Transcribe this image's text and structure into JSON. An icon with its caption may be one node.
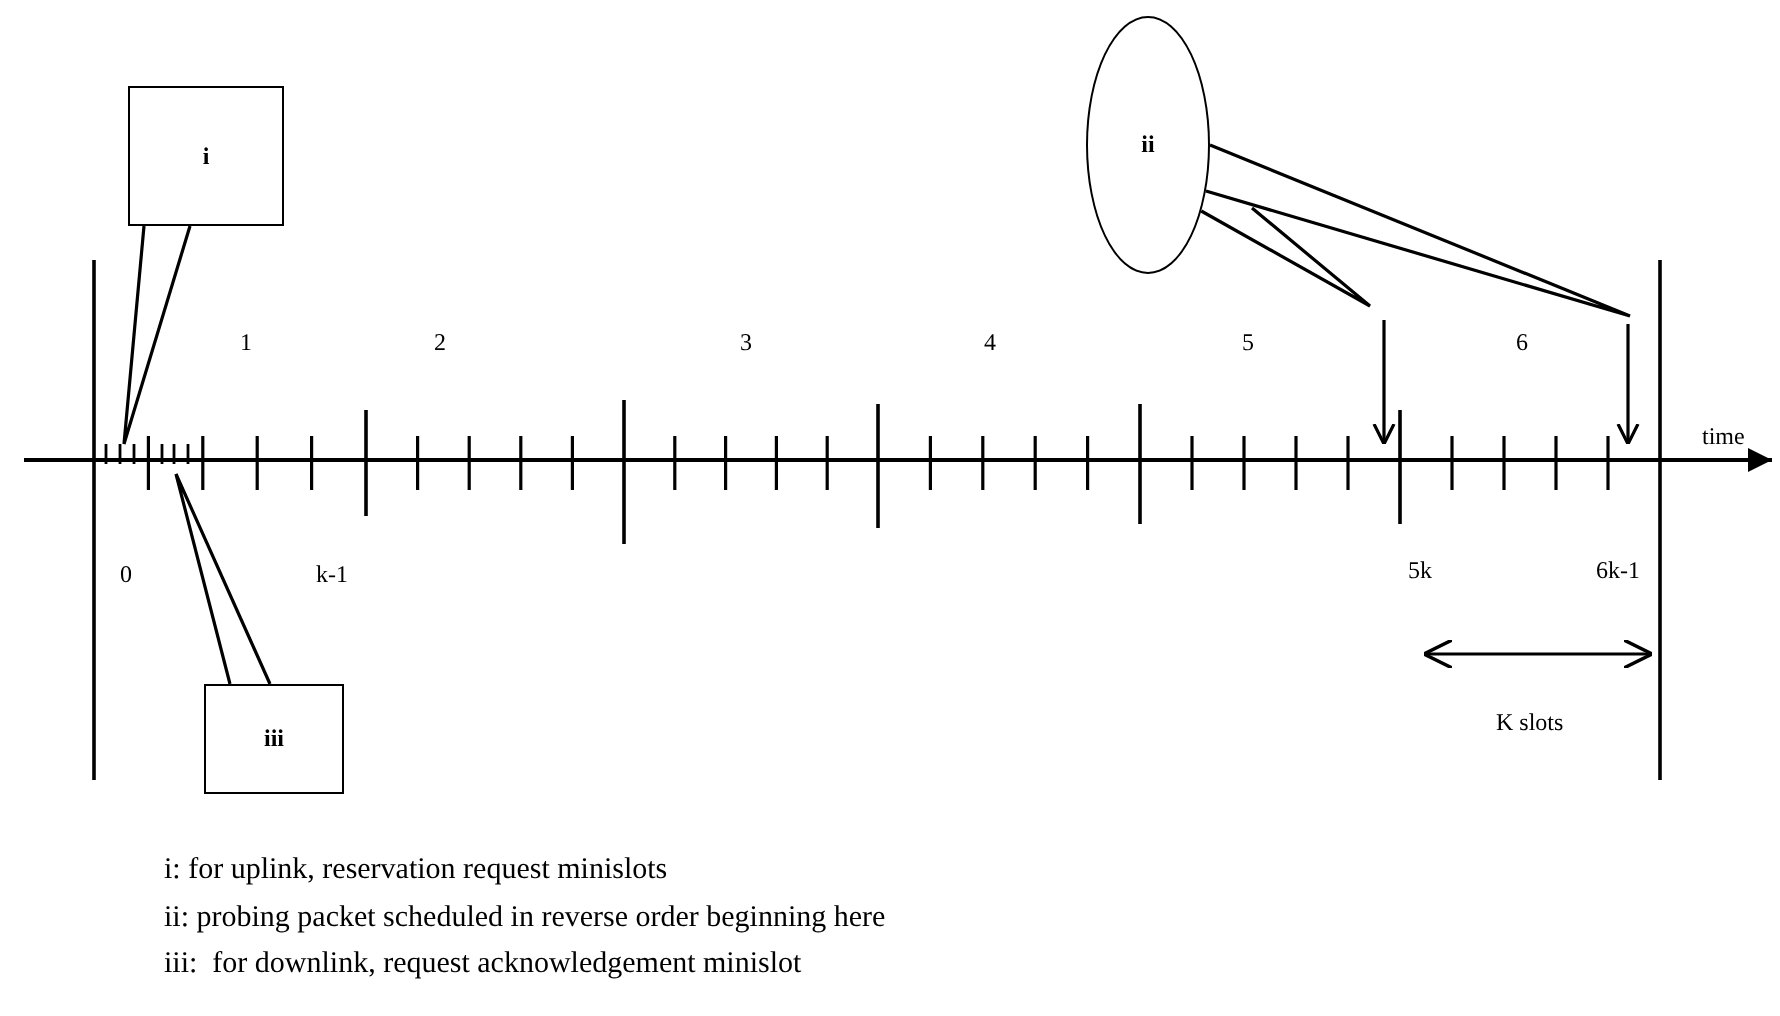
{
  "diagram": {
    "nodes": [
      {
        "text": [
          "i"
        ]
      },
      {
        "text": [
          "ii"
        ]
      },
      {
        "text": [
          "iii"
        ]
      }
    ],
    "edges": [
      {
        "from": 0,
        "to": null,
        "arrow": "none"
      },
      {
        "from": 1,
        "to": null,
        "arrow": "to"
      },
      {
        "from": 1,
        "to": null,
        "arrow": "to"
      },
      {
        "from": 2,
        "to": null,
        "arrow": "none"
      }
    ],
    "labels": [
      "1",
      "2",
      "3",
      "4",
      "5",
      "6",
      "0",
      "k-1",
      "5k",
      "6k-1",
      "time",
      "K slots",
      "i: for uplink, reservation request minislots",
      "ii: probing packet scheduled in reverse order beginning here",
      "iii:  for downlink, request acknowledgement minislot"
    ]
  }
}
